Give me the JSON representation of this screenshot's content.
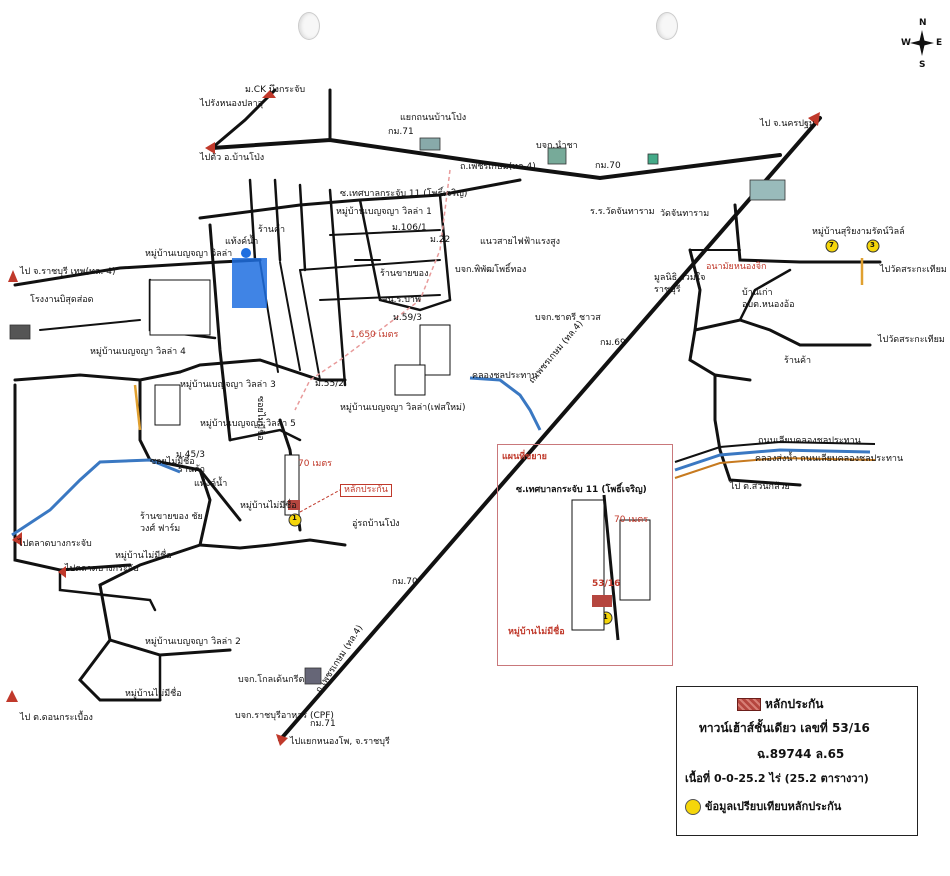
{
  "compass": {
    "n": "N",
    "s": "S",
    "e": "E",
    "w": "W"
  },
  "labels": {
    "to_nakhon_pathom_top": "ไป จ.นครปฐม",
    "to_rang_nong_plasom": "ไปรังหนองปลาสุ",
    "mall_ck": "ม.CK บึงกระจับ",
    "to_ban_pong": "ไปตัว อ.บ้านโป่ง",
    "km71_top": "กม.71",
    "km70_top": "กม.70",
    "ban_pong_junction": "แยกถนนบ้านโป่ง",
    "company_top": "บจก.นำชา",
    "highway_phetkasem_top": "ถ.เพชรเกษม(ทล.4)",
    "school": "ร.ร.วัดจันทาราม",
    "temple": "วัดจันทาราม",
    "soi_pathom_11": "ซ.เทศบาลกระจับ 11 (โพธิ์เจริญ)",
    "village_villa1": "หมู่บ้านเบญจญา วิลล่า 1",
    "village_villa": "หมู่บ้านเบญจญา วิลล่า",
    "shop_top": "ร้านค้า",
    "mansion": "แท้งค์น้ำ",
    "m106": "ม.106/1",
    "m22": "ม.22",
    "canal_power": "แนวสายไฟฟ้าแรงสูง",
    "company_pho": "บจก.พิพัฒโพธิ์ทอง",
    "shop_mid": "ร้านขายของ",
    "factory_left": "โรงงานบิสุดส่อด",
    "to_ratchaburi_left": "ไป จ.ราชบุรี เทพ(ทล. 4)",
    "village_villa4": "หมู่บ้านเบญจญา วิลล่า 4",
    "village_villa3": "หมู่บ้านเบญจญา วิลล่า 3",
    "village_villa5": "หมู่บ้านเบญจญา วิลล่า 5",
    "village_villa_new": "หมู่บ้านเบญจญา วิลล่า(เฟสใหม่)",
    "dist_1650": "1,650 เมตร",
    "m59": "ม.59/3",
    "m55": "ม.55/2",
    "m45": "ม.45/3",
    "soi_no_name_left": "ซอยไม่มีชื่อ",
    "soi_no_name_mid": "ซอยไม่มีชื่อ",
    "dist_70": "70 เมตร",
    "collateral_tag": "หลักประกัน",
    "village_no_name": "หมู่บ้านไม่มีชื่อ",
    "shop_left": "ร้านค้า",
    "tank_left": "แท้งค์น้ำ",
    "farm": "ร้านขายของ ชัยวงศ์ ฟาร์ม",
    "to_bang_krachap": "ไปตลาดบางกระจับ",
    "to_bang_krachap2": "ไปตลาดบางกระจับ",
    "village_no_name2": "หมู่บ้านไม่มีชื่อ",
    "village_villa2": "หมู่บ้านเบญจญา วิลล่า 2",
    "village_no_name3": "หมู่บ้านไม่มีชื่อ",
    "to_don_kra_mueang": "ไป ต.ดอนกระเบื้อง",
    "company_cpf_near": "บจก.โกลเด้นกรีต",
    "company_cpf": "บจก.ราชบุรีอาหาร (CPF)",
    "km71_bottom": "กม.71",
    "km70_bottom": "กม.70",
    "to_ratchaburi_bottom": "ไปแยกหนองโพ, จ.ราชบุรี",
    "highway_phetkasem_bottom": "ถ.เพชรเกษม (ทล.4)",
    "highway_phetkasem_mid": "ถ.เพชรเกษม (ทล.4)",
    "new_canal": "คลองชลประทาน",
    "tour_bus": "อู่รถบ้านโป่ง",
    "company_mid": "บจก.ชาตรี ชาวส",
    "km69": "กม.69",
    "hospital": "อนามัยหนองจิก",
    "council_hall": "มูลนิธิ รวมใจราชบุรี",
    "tambon_office": "บ้านเก่า อบต.หนองอ้อ",
    "village_right": "หมู่บ้านสุริยงามรัตน์วิลล์",
    "to_wat_sra_kaew": "ไปวัดสระกะเทียม",
    "to_wat_sra_kaew2": "ไปวัดสระกะเทียม",
    "shop_right": "ร้านค้า",
    "canal_right": "ถนนเลียบคลองชลประทาน",
    "canal_right2": "คลองส่งน้ำ ถนนเลียบคลองชลประทาน",
    "to_suan_kluai": "ไป ต.สวนกล้วย",
    "sm_shop": "สน.ร.บาพ",
    "inset_title": "แผนที่ขยาย",
    "inset_soi": "ซ.เทศบาลกระจับ 11 (โพธิ์เจริญ)",
    "inset_dist": "70 เมตร",
    "inset_plot": "53/16",
    "inset_village": "หมู่บ้านไม่มีชื่อ"
  },
  "markers": {
    "marker_a": "1",
    "marker_b": "7",
    "marker_c": "3",
    "inset_marker": "1"
  },
  "legend": {
    "collateral": "หลักประกัน",
    "title": "ทาวน์เฮ้าส์ชั้นเดียว เลขที่ 53/16",
    "deed": "ฉ.89744 ล.65",
    "area": "เนื้อที่  0-0-25.2 ไร่ (25.2 ตารางวา)",
    "comparison": "ข้อมูลเปรียบเทียบหลักประกัน"
  },
  "colors": {
    "road": "#111111",
    "canal": "#3a78c2",
    "collateral": "#b5463f",
    "marker": "#f5d60a",
    "pond": "#1f6fe0",
    "power": "#e89a9a"
  }
}
